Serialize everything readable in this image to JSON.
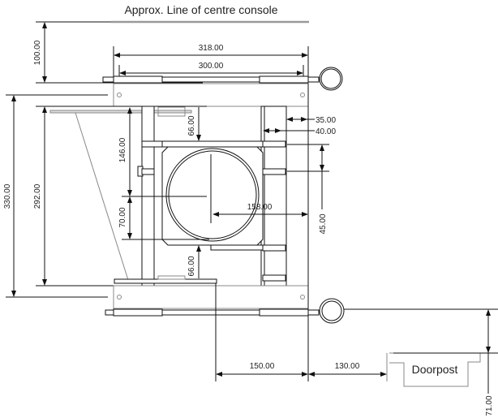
{
  "title": "Approx. Line of centre console",
  "dimensions": {
    "d100": "100.00",
    "d318": "318.00",
    "d300": "300.00",
    "d330": "330.00",
    "d292": "292.00",
    "d146": "146.00",
    "d66_top": "66.00",
    "d35": "35.00",
    "d40": "40.00",
    "d158": "158.00",
    "d70": "70.00",
    "d45": "45.00",
    "d66_bottom": "66.00",
    "d150": "150.00",
    "d130": "130.00",
    "d71": "71.00"
  },
  "labels": {
    "doorpost": "Doorpost"
  }
}
